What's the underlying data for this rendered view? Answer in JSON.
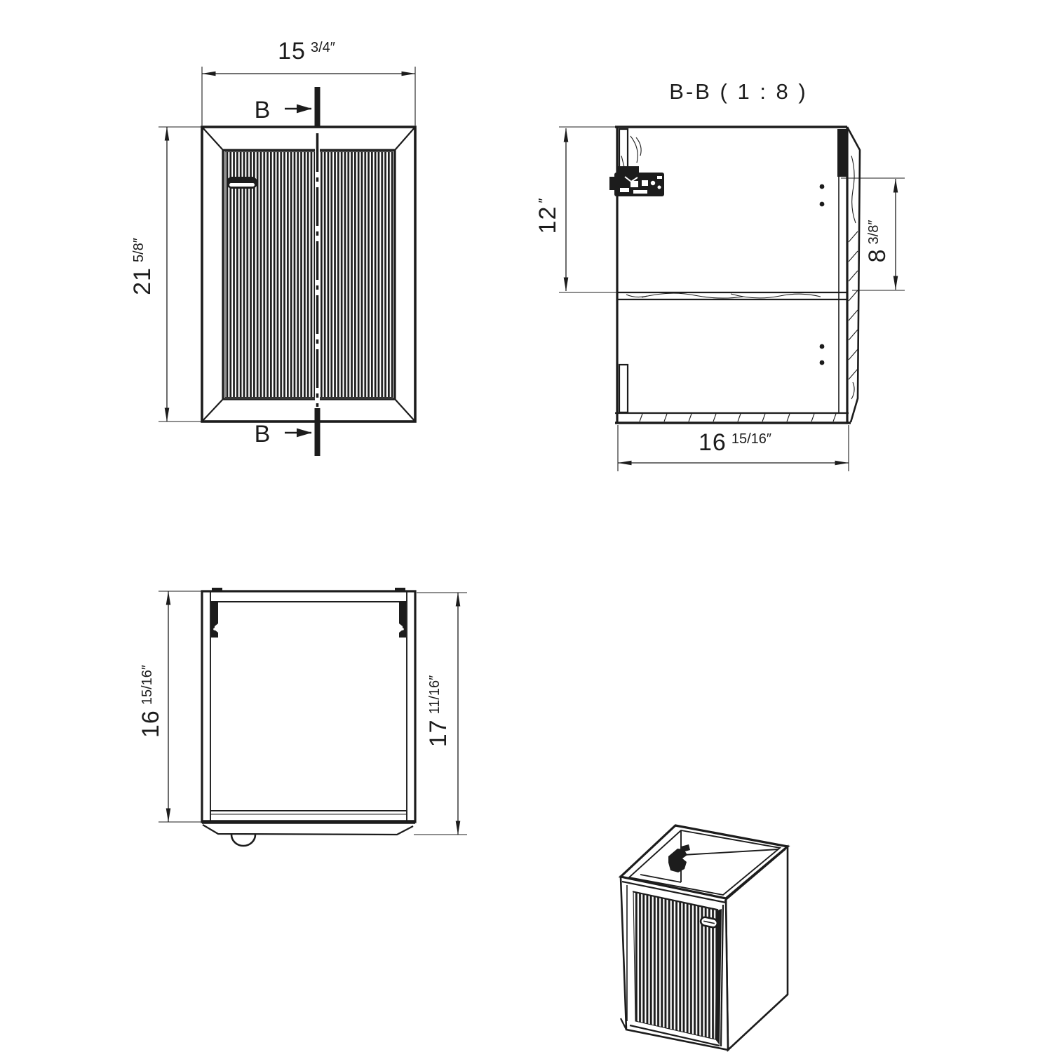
{
  "page": {
    "background": "#ffffff",
    "ink": "#1c1c1c"
  },
  "front_view": {
    "width_dim_big": "15",
    "width_dim_small": "3/4″",
    "height_dim_big": "21",
    "height_dim_small": "5/8″",
    "section_marker_top": "B",
    "section_marker_bottom": "B"
  },
  "section_view": {
    "title": "B-B ( 1 : 8 )",
    "upper_height_big": "12",
    "upper_height_small": "″",
    "right_height_big": "8",
    "right_height_small": "3/8″",
    "bottom_width_big": "16",
    "bottom_width_small": "15/16″"
  },
  "side_view": {
    "left_height_big": "16",
    "left_height_small": "15/16″",
    "right_height_big": "17",
    "right_height_small": "11/16″"
  }
}
